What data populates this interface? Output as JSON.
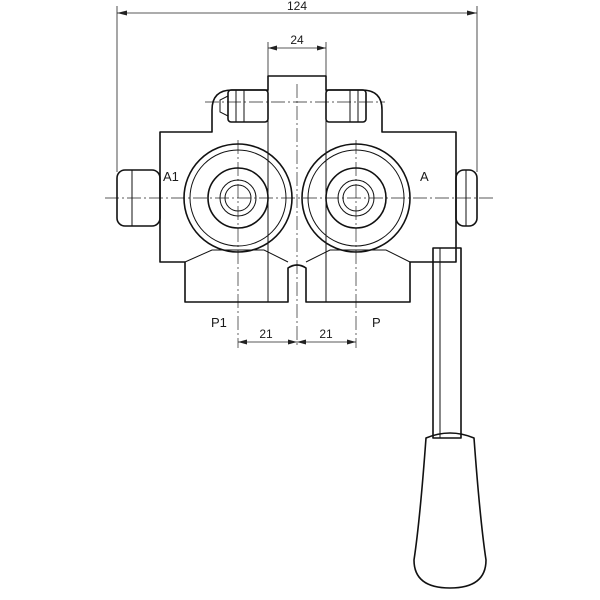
{
  "dimensions": {
    "overall_width": "124",
    "spool_width": "24",
    "left_port_offset": "21",
    "right_port_offset": "21"
  },
  "ports": {
    "a1": "A1",
    "a": "A",
    "p1": "P1",
    "p": "P"
  }
}
